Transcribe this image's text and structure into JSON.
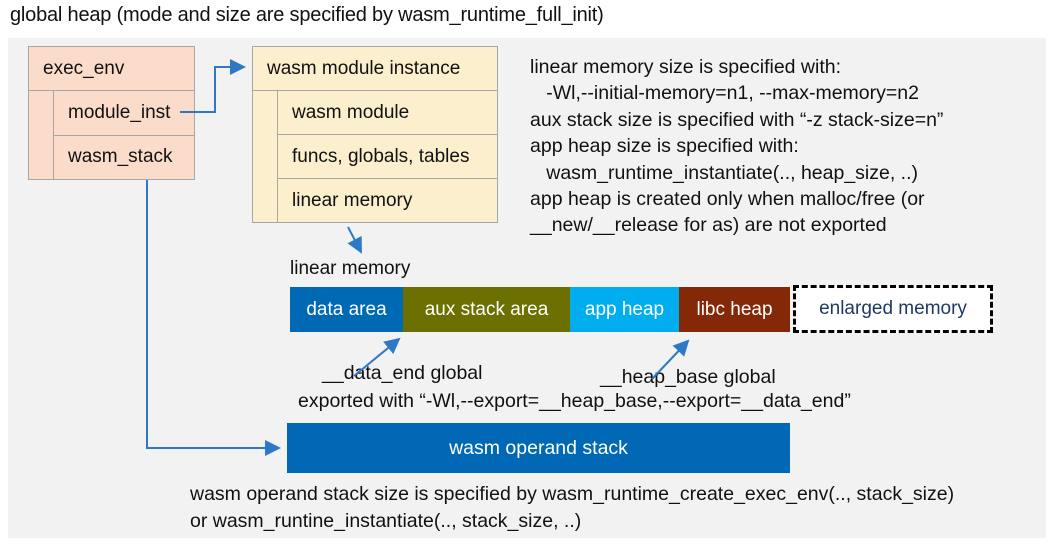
{
  "title": "global heap (mode and size are specified by wasm_runtime_full_init)",
  "colors": {
    "panel_background": "#f2f2f2",
    "exec_env_fill": "#fbdcca",
    "module_instance_fill": "#fcefcd",
    "box_border": "#a6a6a6",
    "arrow": "#2e79c7",
    "enlarged_border": "#000000"
  },
  "exec_env": {
    "header": "exec_env",
    "rows": [
      "module_inst",
      "wasm_stack"
    ]
  },
  "module_instance": {
    "header": "wasm module instance",
    "rows": [
      "wasm module",
      "funcs, globals, tables",
      "linear memory"
    ]
  },
  "notes": {
    "lines": [
      "linear memory size is specified with:",
      "   -Wl,--initial-memory=n1, --max-memory=n2",
      "aux stack size is specified with “-z stack-size=n”",
      "app heap size is specified with:",
      "   wasm_runtime_instantiate(.., heap_size, ..)",
      "app heap is created only when malloc/free (or",
      "__new/__release for as) are not exported"
    ]
  },
  "linear_memory": {
    "label": "linear memory",
    "segments": [
      {
        "label": "data area",
        "color": "#0069b4",
        "text_color": "#ffffff"
      },
      {
        "label": "aux stack area",
        "color": "#6b7000",
        "text_color": "#ffffff"
      },
      {
        "label": "app heap",
        "color": "#00aeef",
        "text_color": "#ffffff"
      },
      {
        "label": "libc heap",
        "color": "#842807",
        "text_color": "#ffffff"
      },
      {
        "label": "enlarged memory",
        "color": "#ffffff",
        "text_color": "#1f3864"
      }
    ],
    "annotations": {
      "data_end": "__data_end global",
      "heap_base": "__heap_base global",
      "exported": "exported with “-Wl,--export=__heap_base,--export=__data_end”"
    }
  },
  "operand_stack": {
    "label": "wasm operand stack",
    "color": "#0068b5"
  },
  "footer": {
    "lines": [
      "wasm operand stack size is specified by wasm_runtime_create_exec_env(.., stack_size)",
      "or wasm_runtine_instantiate(.., stack_size, ..)"
    ]
  }
}
